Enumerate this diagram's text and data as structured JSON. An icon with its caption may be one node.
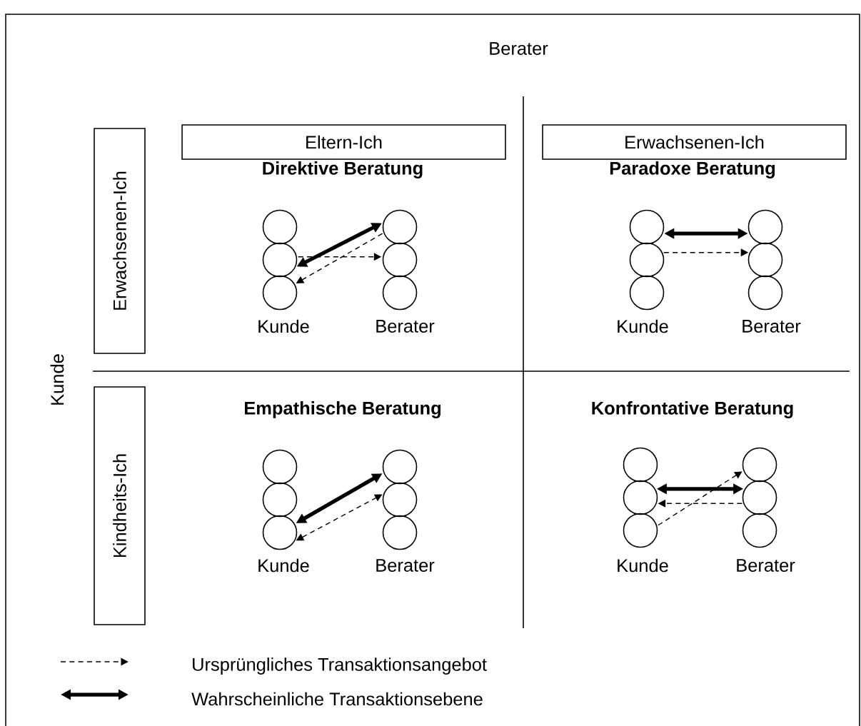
{
  "diagram": {
    "nodes": [
      {
        "text": [
          "Eltern-Ich"
        ]
      },
      {
        "text": [
          "Erwachsenen-Ich"
        ]
      },
      {
        "text": [
          "Erwachsenen-Ich"
        ]
      },
      {
        "text": [
          "Kindheits-Ich"
        ]
      },
      {
        "text": [],
        "shape": "circle"
      },
      {
        "text": [],
        "shape": "circle"
      },
      {
        "text": [],
        "shape": "circle"
      },
      {
        "text": [],
        "shape": "circle"
      },
      {
        "text": [],
        "shape": "circle"
      },
      {
        "text": [],
        "shape": "circle"
      },
      {
        "text": [],
        "shape": "circle"
      },
      {
        "text": [],
        "shape": "circle"
      },
      {
        "text": [],
        "shape": "circle"
      },
      {
        "text": [],
        "shape": "circle"
      },
      {
        "text": [],
        "shape": "circle"
      },
      {
        "text": [],
        "shape": "circle"
      },
      {
        "text": [],
        "shape": "circle"
      },
      {
        "text": [],
        "shape": "circle"
      },
      {
        "text": [],
        "shape": "circle"
      },
      {
        "text": [],
        "shape": "circle"
      },
      {
        "text": [],
        "shape": "circle"
      },
      {
        "text": [],
        "shape": "circle"
      },
      {
        "text": [],
        "shape": "circle"
      },
      {
        "text": [],
        "shape": "circle"
      },
      {
        "text": [],
        "shape": "circle"
      },
      {
        "text": [],
        "shape": "circle"
      },
      {
        "text": [],
        "shape": "circle"
      },
      {
        "text": [],
        "shape": "circle"
      }
    ],
    "edges": [
      {
        "from": 5,
        "to": 7,
        "arrow": "both",
        "style": "thick"
      },
      {
        "from": 5,
        "to": 8,
        "arrow": "to",
        "style": "dashed"
      },
      {
        "from": 7,
        "to": 6,
        "arrow": "to",
        "style": "dashed"
      },
      {
        "from": 10,
        "to": 13,
        "arrow": "both",
        "style": "thick"
      },
      {
        "from": 11,
        "to": 14,
        "arrow": "to",
        "style": "dashed"
      },
      {
        "from": 18,
        "to": 19,
        "arrow": "both",
        "style": "thick"
      },
      {
        "from": 18,
        "to": 20,
        "arrow": "both",
        "style": "dashed"
      },
      {
        "from": 23,
        "to": 26,
        "arrow": "both",
        "style": "thick"
      },
      {
        "from": 24,
        "to": 25,
        "arrow": "to",
        "style": "dashed"
      },
      {
        "from": 26,
        "to": 23,
        "arrow": "to",
        "style": "dashed"
      }
    ],
    "labels": [
      "Berater",
      "Direktive Beratung",
      "Paradoxe Beratung",
      "Kunde",
      "Berater",
      "Kunde",
      "Berater",
      "Kunde",
      "Empathische Beratung",
      "Konfrontative Beratung",
      "Kunde",
      "Berater",
      "Kunde",
      "Berater"
    ],
    "legend": [
      {
        "text": "Ursprüngliches Transaktionsangebot"
      },
      {
        "text": "Wahrscheinliche Transaktionsebene"
      }
    ]
  }
}
